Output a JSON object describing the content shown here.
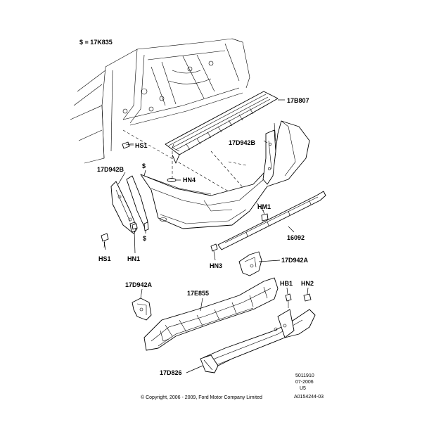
{
  "legend": {
    "symbol": "$",
    "text": "$ = 17K835"
  },
  "callouts": {
    "c17B807": "17B807",
    "c17D942B_top": "17D942B",
    "cHS1_top": "HS1",
    "cHN4": "HN4",
    "c17D942B_left": "17D942B",
    "cDollar_1": "$",
    "cDollar_2": "$",
    "cHS1_bottom": "HS1",
    "cHN1": "HN1",
    "cHM1": "HM1",
    "c16092": "16092",
    "cHN3": "HN3",
    "c17D942A_right": "17D942A",
    "c17D942A_left": "17D942A",
    "c17E855": "17E855",
    "cHB1": "HB1",
    "cHN2": "HN2",
    "c17D826": "17D826"
  },
  "footer": {
    "copyright": "© Copyright, 2006 - 2009, Ford Motor Company Limited",
    "code1": "5011910",
    "date": "07-2006",
    "version": "U5",
    "code2": "A0154244-03"
  }
}
